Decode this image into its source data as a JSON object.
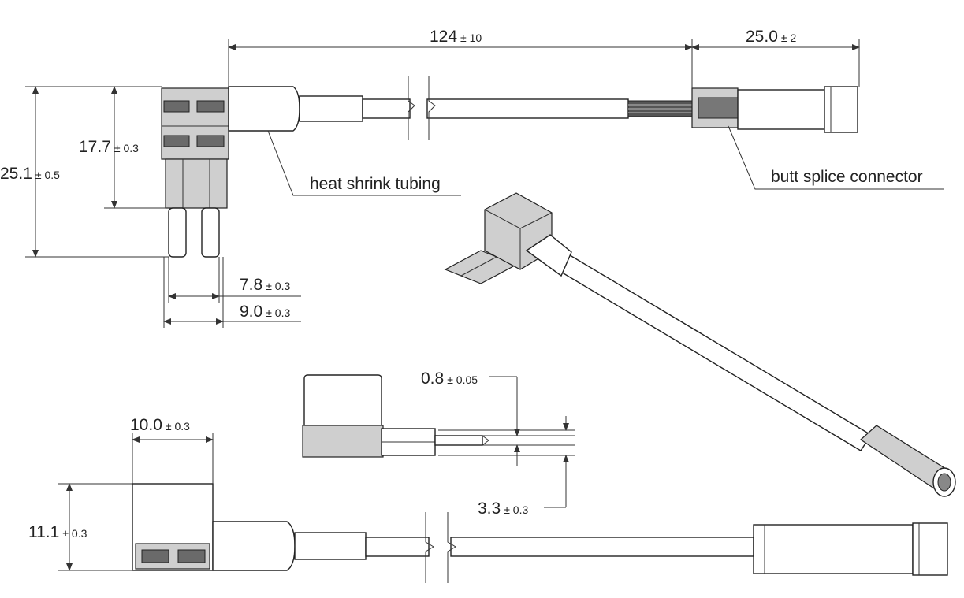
{
  "dimensions": {
    "cable_length": {
      "value": "124",
      "tol": "± 10"
    },
    "splice_length": {
      "value": "25.0",
      "tol": "± 2"
    },
    "overall_height": {
      "value": "25.1",
      "tol": "± 0.5"
    },
    "housing_height": {
      "value": "17.7",
      "tol": "± 0.3"
    },
    "blade_span_inner": {
      "value": "7.8",
      "tol": "± 0.3"
    },
    "blade_span_outer": {
      "value": "9.0",
      "tol": "± 0.3"
    },
    "blade_thickness": {
      "value": "0.8",
      "tol": "± 0.05"
    },
    "side_width": {
      "value": "3.3",
      "tol": "± 0.3"
    },
    "housing_width": {
      "value": "10.0",
      "tol": "± 0.3"
    },
    "housing_depth": {
      "value": "11.1",
      "tol": "± 0.3"
    }
  },
  "callouts": {
    "heat_shrink": "heat shrink tubing",
    "butt_splice": "butt splice connector"
  }
}
